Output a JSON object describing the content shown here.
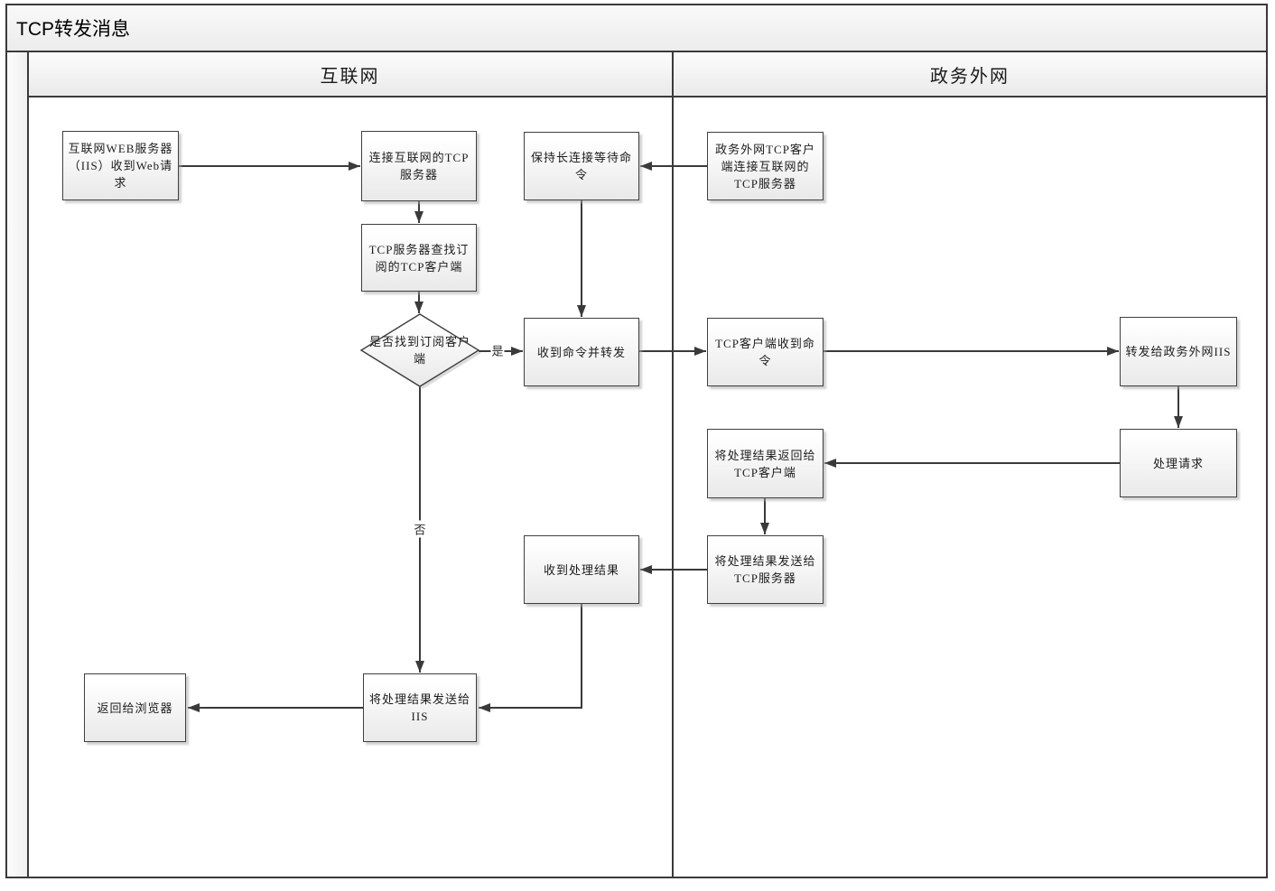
{
  "title": "TCP转发消息",
  "lanes": [
    {
      "label": "互联网"
    },
    {
      "label": "政务外网"
    }
  ],
  "nodes": {
    "web_request": "互联网WEB服务器（IIS）收到Web请求",
    "connect_tcp": "连接互联网的TCP服务器",
    "keep_alive": "保持长连接等待命令",
    "gov_client_connect": "政务外网TCP客户端连接互联网的TCP服务器",
    "find_subscriber": "TCP服务器查找订阅的TCP客户端",
    "decision_found": "是否找到订阅客户端",
    "forward_command": "收到命令并转发",
    "client_receive": "TCP客户端收到命令",
    "forward_gov_iis": "转发给政务外网IIS",
    "process_request": "处理请求",
    "return_result": "将处理结果返回给TCP客户端",
    "send_tcp_server": "将处理结果发送给TCP服务器",
    "receive_result": "收到处理结果",
    "send_iis": "将处理结果发送给IIS",
    "return_browser": "返回给浏览器"
  },
  "edge_labels": {
    "yes": "是",
    "no": "否"
  },
  "edges": [
    {
      "from": "web_request",
      "to": "connect_tcp",
      "label": ""
    },
    {
      "from": "connect_tcp",
      "to": "find_subscriber",
      "label": ""
    },
    {
      "from": "gov_client_connect",
      "to": "keep_alive",
      "label": ""
    },
    {
      "from": "keep_alive",
      "to": "forward_command",
      "label": ""
    },
    {
      "from": "find_subscriber",
      "to": "decision_found",
      "label": ""
    },
    {
      "from": "decision_found",
      "to": "forward_command",
      "label": "是"
    },
    {
      "from": "decision_found",
      "to": "send_iis",
      "label": "否"
    },
    {
      "from": "forward_command",
      "to": "client_receive",
      "label": ""
    },
    {
      "from": "client_receive",
      "to": "forward_gov_iis",
      "label": ""
    },
    {
      "from": "forward_gov_iis",
      "to": "process_request",
      "label": ""
    },
    {
      "from": "process_request",
      "to": "return_result",
      "label": ""
    },
    {
      "from": "return_result",
      "to": "send_tcp_server",
      "label": ""
    },
    {
      "from": "send_tcp_server",
      "to": "receive_result",
      "label": ""
    },
    {
      "from": "receive_result",
      "to": "send_iis",
      "label": ""
    },
    {
      "from": "send_iis",
      "to": "return_browser",
      "label": ""
    }
  ],
  "colors": {
    "line": "#3a3a3a",
    "node_border": "#3f3f3f",
    "node_fill_top": "#ffffff",
    "node_fill_bottom": "#e9e9e9",
    "band_fill": "#ededed",
    "shadow": "#aaaaaa"
  }
}
